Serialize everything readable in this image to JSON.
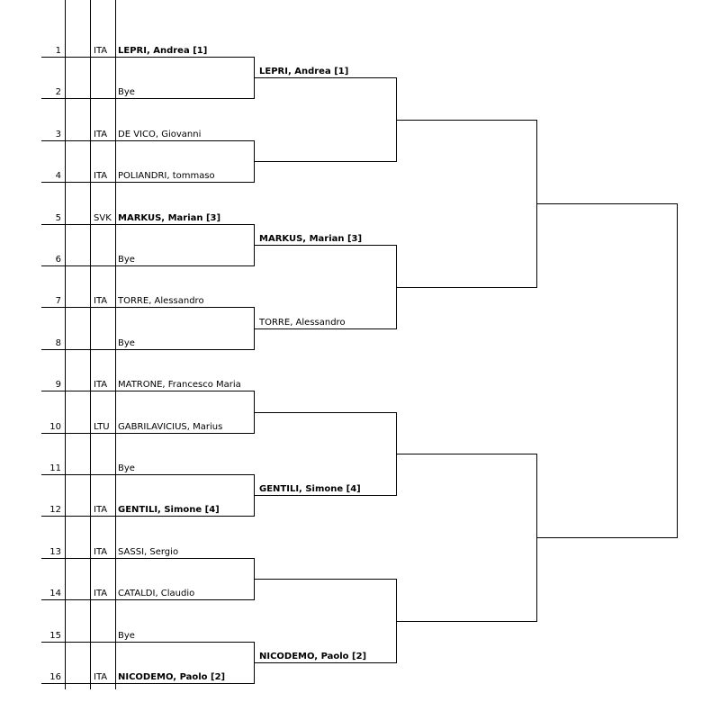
{
  "draw": {
    "entries": [
      {
        "seed": "1",
        "nat": "ITA",
        "name": "LEPRI, Andrea [1]",
        "bold": true
      },
      {
        "seed": "2",
        "nat": "",
        "name": "Bye",
        "bold": false
      },
      {
        "seed": "3",
        "nat": "ITA",
        "name": "DE VICO, Giovanni",
        "bold": false
      },
      {
        "seed": "4",
        "nat": "ITA",
        "name": "POLIANDRI, tommaso",
        "bold": false
      },
      {
        "seed": "5",
        "nat": "SVK",
        "name": "MARKUS, Marian [3]",
        "bold": true
      },
      {
        "seed": "6",
        "nat": "",
        "name": "Bye",
        "bold": false
      },
      {
        "seed": "7",
        "nat": "ITA",
        "name": "TORRE, Alessandro",
        "bold": false
      },
      {
        "seed": "8",
        "nat": "",
        "name": "Bye",
        "bold": false
      },
      {
        "seed": "9",
        "nat": "ITA",
        "name": "MATRONE, Francesco Maria",
        "bold": false
      },
      {
        "seed": "10",
        "nat": "LTU",
        "name": "GABRILAVICIUS, Marius",
        "bold": false
      },
      {
        "seed": "11",
        "nat": "",
        "name": "Bye",
        "bold": false
      },
      {
        "seed": "12",
        "nat": "ITA",
        "name": "GENTILI, Simone [4]",
        "bold": true
      },
      {
        "seed": "13",
        "nat": "ITA",
        "name": "SASSI, Sergio",
        "bold": false
      },
      {
        "seed": "14",
        "nat": "ITA",
        "name": "CATALDI, Claudio",
        "bold": false
      },
      {
        "seed": "15",
        "nat": "",
        "name": "Bye",
        "bold": false
      },
      {
        "seed": "16",
        "nat": "ITA",
        "name": "NICODEMO, Paolo [2]",
        "bold": true
      }
    ],
    "round2": [
      {
        "name": "LEPRI, Andrea [1]",
        "bold": true
      },
      {
        "name": "",
        "bold": false
      },
      {
        "name": "MARKUS, Marian [3]",
        "bold": true
      },
      {
        "name": "TORRE, Alessandro",
        "bold": false
      },
      {
        "name": "",
        "bold": false
      },
      {
        "name": "GENTILI, Simone [4]",
        "bold": true
      },
      {
        "name": "",
        "bold": false
      },
      {
        "name": "NICODEMO, Paolo [2]",
        "bold": true
      }
    ]
  }
}
